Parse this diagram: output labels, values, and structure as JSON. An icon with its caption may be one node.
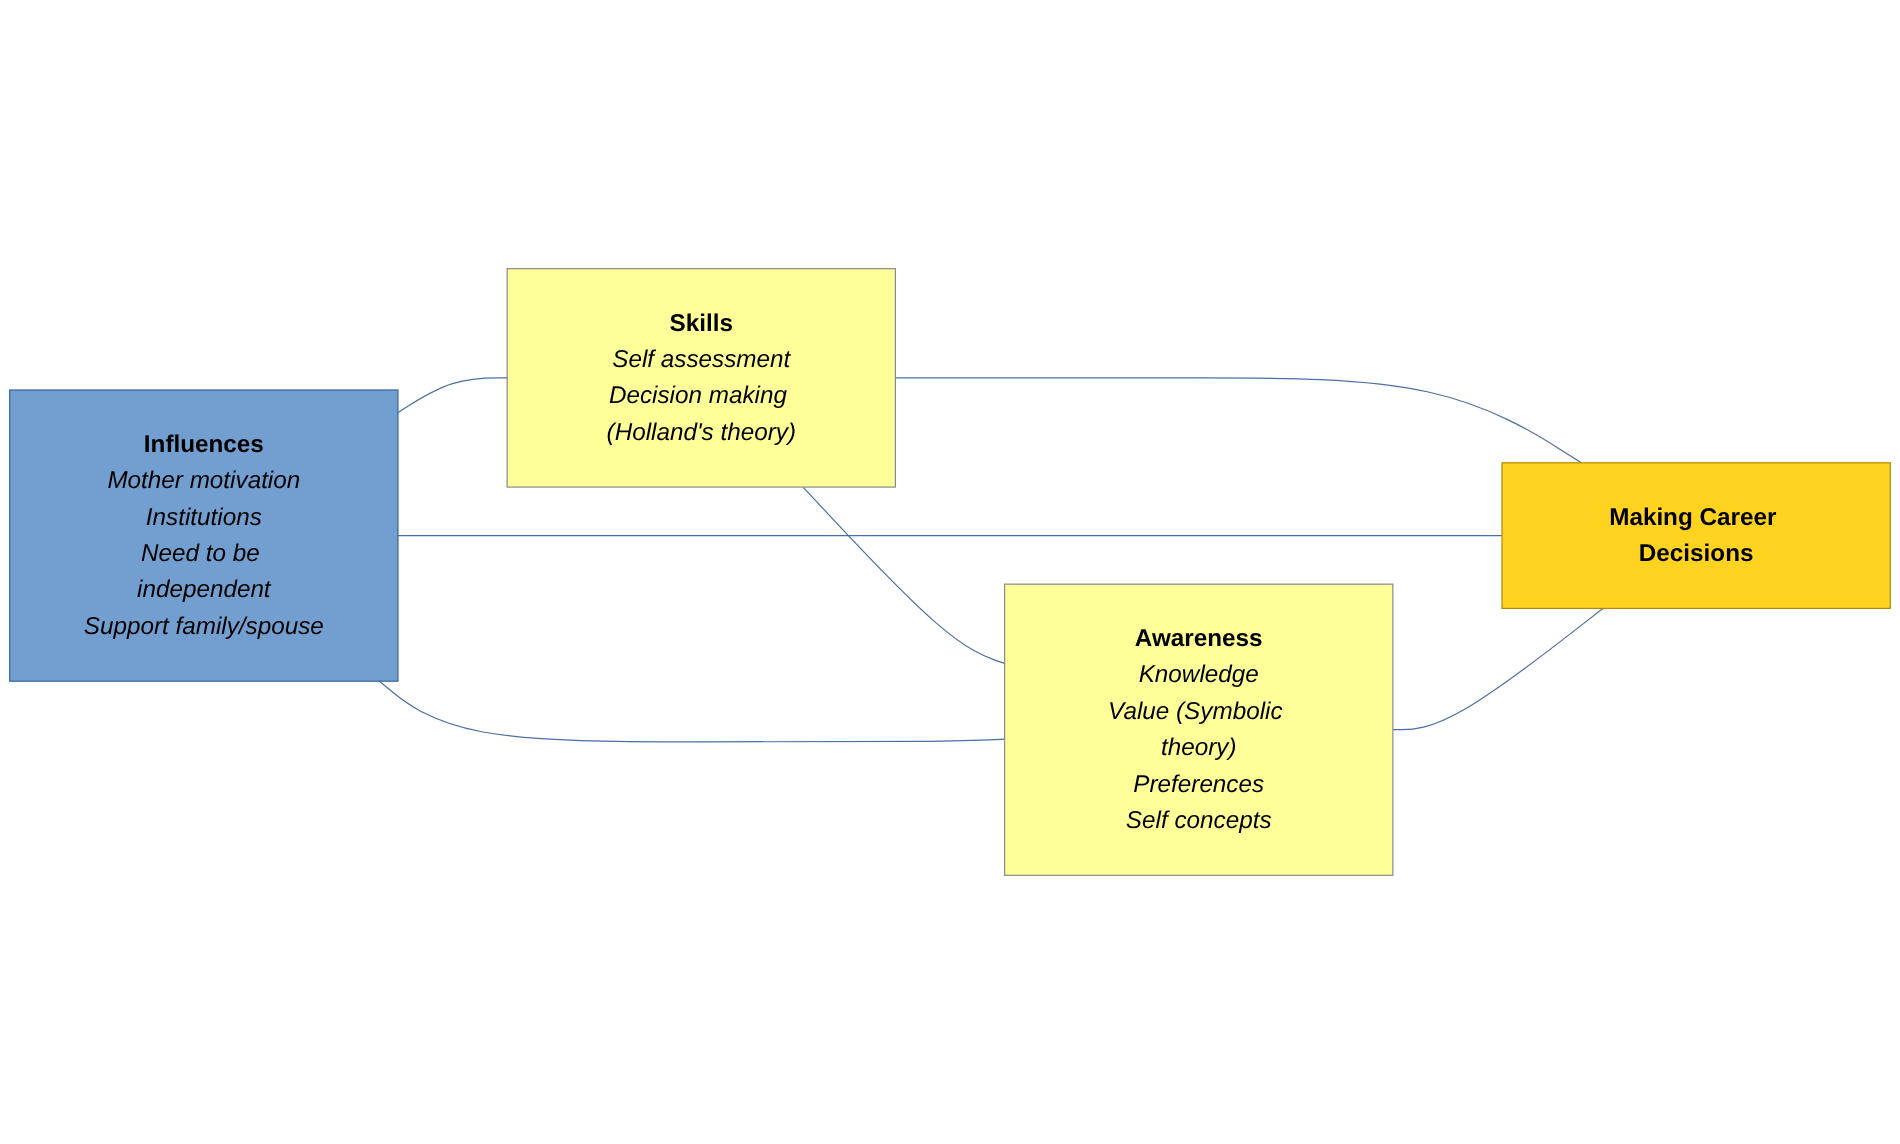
{
  "diagram": {
    "nodes": [
      {
        "text": [
          "Skills",
          "Self assessment",
          "Decision making (Holland's theory)"
        ]
      },
      {
        "text": [
          "Influences",
          "Mother motivation",
          "Institutions",
          "Need to be independent",
          "Support family/spouse"
        ]
      },
      {
        "text": [
          "Making Career Decisions"
        ]
      },
      {
        "text": [
          "Awareness",
          "Knowledge",
          "Value (Symbolic theory)",
          "Preferences",
          "Self concepts"
        ]
      }
    ],
    "edges": [
      {
        "from": 1,
        "to": 0,
        "arrow": "none"
      },
      {
        "from": 0,
        "to": 2,
        "arrow": "none"
      },
      {
        "from": 1,
        "to": 2,
        "arrow": "none"
      },
      {
        "from": 0,
        "to": 3,
        "arrow": "none"
      },
      {
        "from": 1,
        "to": 3,
        "arrow": "none"
      },
      {
        "from": 3,
        "to": 2,
        "arrow": "none"
      }
    ]
  }
}
